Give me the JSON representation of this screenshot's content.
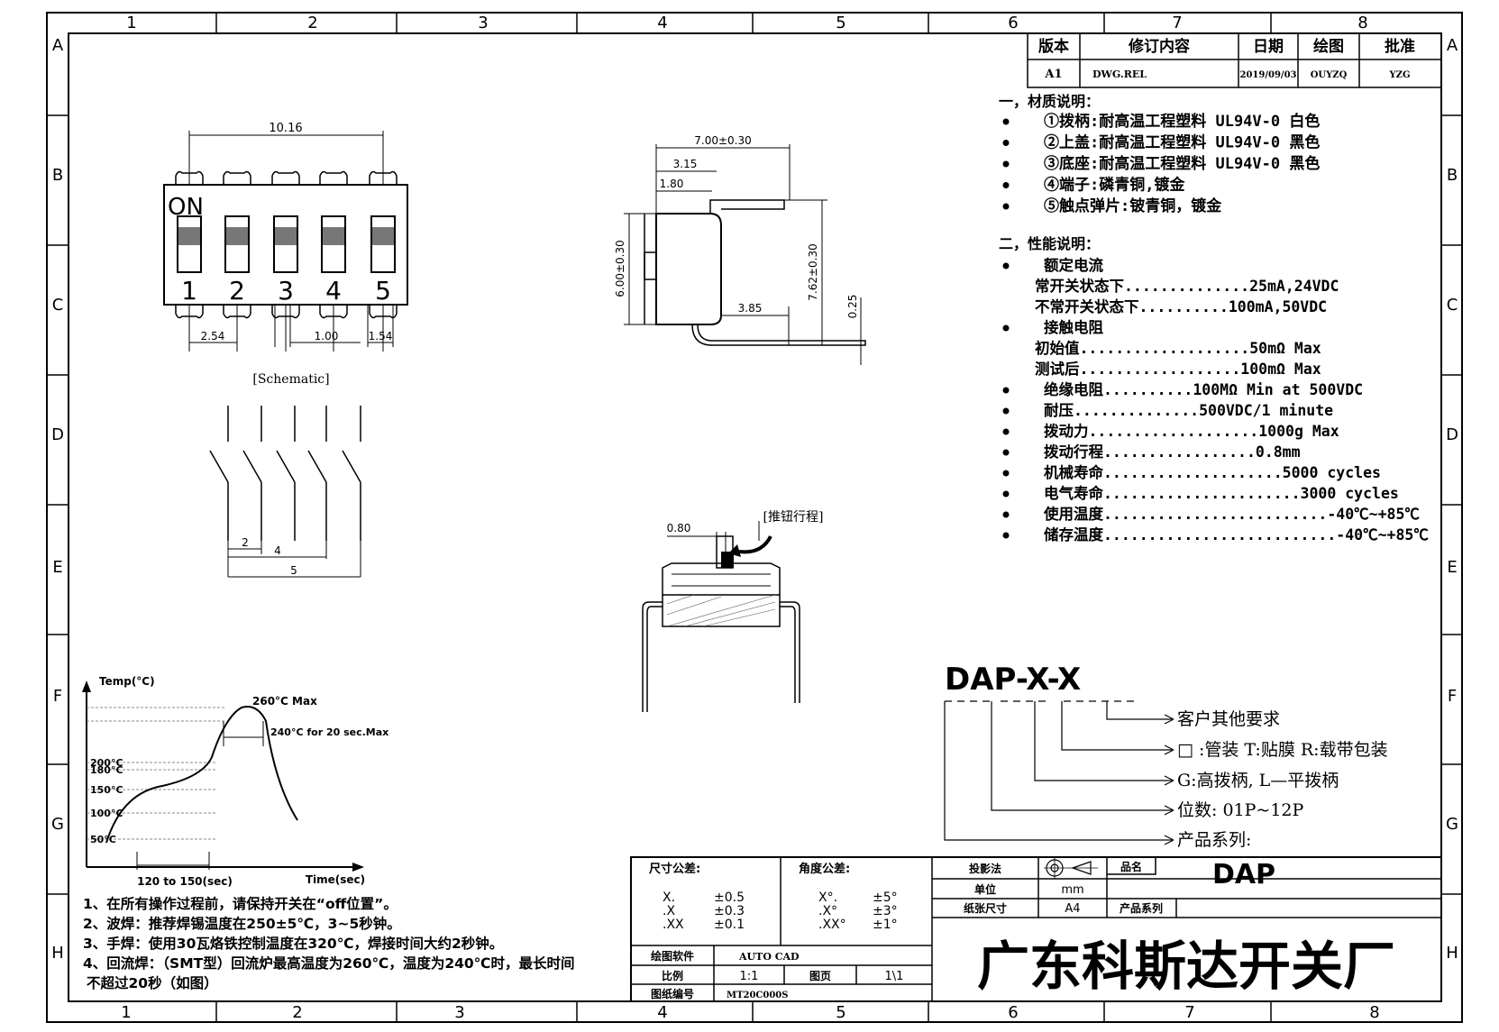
{
  "grid": {
    "columns": [
      "1",
      "2",
      "3",
      "4",
      "5",
      "6",
      "7",
      "8"
    ],
    "rows": [
      "A",
      "B",
      "C",
      "D",
      "E",
      "F",
      "G",
      "H"
    ]
  },
  "revision": {
    "headers": [
      "版本",
      "修订内容",
      "日期",
      "绘图",
      "批准"
    ],
    "row": [
      "A1",
      "DWG.REL",
      "2019/09/03",
      "OUYZQ",
      "YZG"
    ]
  },
  "materials": {
    "title": "一，材质说明：",
    "items": [
      "①拨柄:耐高温工程塑料 UL94V-0 白色",
      "②上盖:耐高温工程塑料 UL94V-0 黑色",
      "③底座:耐高温工程塑料 UL94V-0 黑色",
      "④端子:磷青铜,镀金",
      "⑤触点弹片:铍青铜，镀金"
    ]
  },
  "performance": {
    "title": "二，性能说明：",
    "lines": [
      {
        "bullet": true,
        "text": "额定电流"
      },
      {
        "bullet": false,
        "text": "常开关状态下..............25mA,24VDC"
      },
      {
        "bullet": false,
        "text": "不常开关状态下..........100mA,50VDC"
      },
      {
        "bullet": true,
        "text": "接触电阻"
      },
      {
        "bullet": false,
        "text": "初始值...................50mΩ Max"
      },
      {
        "bullet": false,
        "text": "测试后..................100mΩ Max"
      },
      {
        "bullet": true,
        "text": "绝缘电阻..........100MΩ Min at 500VDC"
      },
      {
        "bullet": true,
        "text": "耐压..............500VDC/1 minute"
      },
      {
        "bullet": true,
        "text": "拨动力...................1000g Max"
      },
      {
        "bullet": true,
        "text": "拨动行程.................0.8mm"
      },
      {
        "bullet": true,
        "text": "机械寿命....................5000 cycles"
      },
      {
        "bullet": true,
        "text": "电气寿命......................3000 cycles"
      },
      {
        "bullet": true,
        "text": "使用温度.........................-40℃~+85℃"
      },
      {
        "bullet": true,
        "text": "储存温度..........................-40℃~+85℃"
      }
    ]
  },
  "top_view": {
    "on_label": "ON",
    "numbers": [
      "1",
      "2",
      "3",
      "4",
      "5"
    ],
    "dim_width": "10.16",
    "dim_pitch": "2.54",
    "dim_pin": "1.00",
    "dim_edge": "1.54"
  },
  "side_view": {
    "dim_top": "7.00±0.30",
    "dim_a": "3.15",
    "dim_b": "1.80",
    "dim_height": "6.00±0.30",
    "dim_pin_len": "7.62±0.30",
    "dim_c": "3.85",
    "dim_thick": "0.25"
  },
  "schematic": {
    "label": "[Schematic]",
    "dim_2": "2",
    "dim_4": "4",
    "dim_5": "5"
  },
  "section_view": {
    "dim_travel": "0.80",
    "travel_label": "[推钮行程]"
  },
  "part_code": {
    "code": "DAP-X-X",
    "items": [
      "客户其他要求",
      "□ :管装  T:贴膜   R:载带包装",
      "G:高拨柄, L—平拨柄",
      "位数: 01P~12P",
      "产品系列:"
    ]
  },
  "solder_chart": {
    "y_title": "Temp(°C)",
    "x_title": "Time(sec)",
    "peak": "260°C Max",
    "hold": "240°C for 20 sec.Max",
    "y_ticks": [
      "200°C",
      "180°C",
      "150°C",
      "100°C",
      "50°C"
    ],
    "duration": "120 to 150(sec)"
  },
  "notes": [
    "1、在所有操作过程前，请保持开关在“off位置”。",
    "2、波焊：推荐焊锡温度在250±5℃，3~5秒钟。",
    "3、手焊：使用30瓦烙铁控制温度在320℃，焊接时间大约2秒钟。",
    "4、回流焊：（SMT型）回流炉最高温度为260℃，温度为240℃时，最长时间",
    "不超过20秒（如图）"
  ],
  "title_block": {
    "tol_title": "尺寸公差:",
    "tol_rows": [
      [
        "X.",
        "±0.5"
      ],
      [
        ".X",
        "±0.3"
      ],
      [
        ".XX",
        "±0.1"
      ]
    ],
    "ang_title": "角度公差:",
    "ang_rows": [
      [
        "X°.",
        "±5°"
      ],
      [
        ".X°",
        "±3°"
      ],
      [
        ".XX°",
        "±1°"
      ]
    ],
    "projection_label": "投影法",
    "unit_label": "单位",
    "unit_value": "mm",
    "paper_label": "纸张尺寸",
    "paper_value": "A4",
    "product_name_label": "品名",
    "product_name": "DAP",
    "product_series_label": "产品系列",
    "software_label": "绘图软件",
    "software_value": "AUTO CAD",
    "scale_label": "比例",
    "scale_value": "1:1",
    "page_label": "图页",
    "page_value": "1\\1",
    "drawing_no_label": "图纸编号",
    "drawing_no": "MT20C000S",
    "company": "广东科斯达开关厂"
  }
}
